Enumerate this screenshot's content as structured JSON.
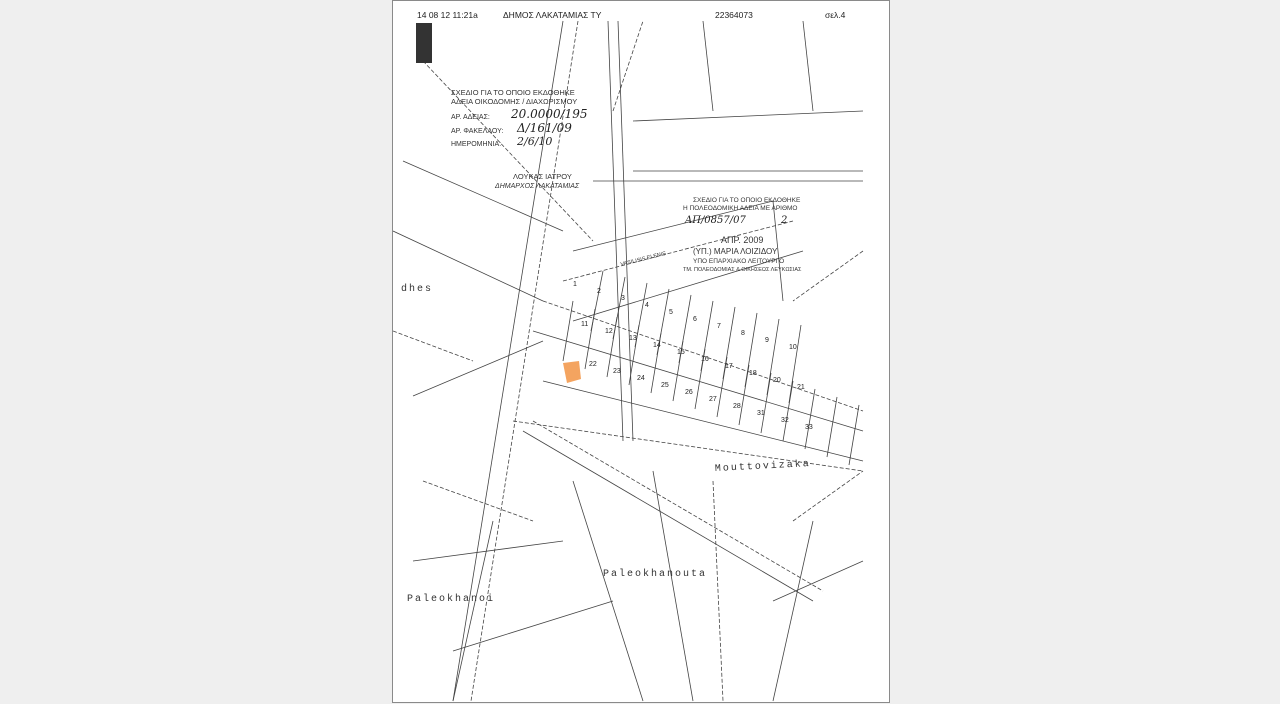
{
  "header": {
    "datetime": "14 08 12 11:21a",
    "sender": "ΔΗΜΟΣ ΛΑΚΑΤΑΜΙΑΣ ΤΥ",
    "fax_number": "22364073",
    "page": "σελ.4"
  },
  "stamp_municipality": {
    "line1": "ΣΧΕΔΙΟ ΓΙΑ ΤΟ ΟΠΟΙΟ ΕΚΔΟΘΗΚΕ",
    "line2": "ΑΔΕΙΑ ΟΙΚΟΔΟΜΗΣ / ΔΙΑΧΩΡΙΣΜΟΥ",
    "permit_label": "ΑΡ. ΑΔΕΙΑΣ:",
    "permit_value": "20.0000/195",
    "file_label": "ΑΡ. ΦΑΚΕΛΛΟΥ:",
    "file_value": "Δ/161/09",
    "date_label": "ΗΜΕΡΟΜΗΝΙΑ:",
    "date_value": "2/6/10",
    "name": "ΛΟΥΚΑΣ ΙΑΤΡΟΥ",
    "title": "ΔΗΜΑΡΧΟΣ ΛΑΚΑΤΑΜΙΑΣ"
  },
  "stamp_planning": {
    "line1": "ΣΧΕΔΙΟ ΓΙΑ ΤΟ ΟΠΟΙΟ ΕΚΔΟΘΗΚΕ",
    "line2": "Η ΠΟΛΕΟΔΟΜΙΚΗ ΑΔΕΙΑ ΜΕ ΑΡΙΘΜΟ",
    "permit_value": "ΑΠ/0857/07",
    "sheet": "2",
    "date": "ΑΠΡ. 2009",
    "name": "(ΥΠ.) ΜΑΡΙΑ ΛΟΙΖΙΔΟΥ",
    "title": "ΥΠΟ ΕΠΑΡΧΙΑΚΟ ΛΕΙΤΟΥΡΓΟ",
    "dept": "ΤΜ. ΠΟΛΕΟΔΟΜΙΑΣ & ΟΙΚΗΣΕΩΣ ΛΕΥΚΩΣΙΑΣ"
  },
  "places": {
    "mouttovizaka": "Mouttovizaka",
    "paleokhanouta": "Paleokhanouta",
    "paleokhanoi": "Paleokhanoi",
    "dhes": "dhes",
    "road": "VASILISIS ELENIS"
  },
  "plots": [
    "1",
    "2",
    "3",
    "4",
    "5",
    "6",
    "7",
    "8",
    "9",
    "10",
    "11",
    "12",
    "13",
    "14",
    "15",
    "16",
    "17",
    "18",
    "20",
    "21",
    "22",
    "23",
    "24",
    "25",
    "26",
    "27",
    "28",
    "31",
    "32",
    "33"
  ],
  "highlight_color": "#f4a460"
}
